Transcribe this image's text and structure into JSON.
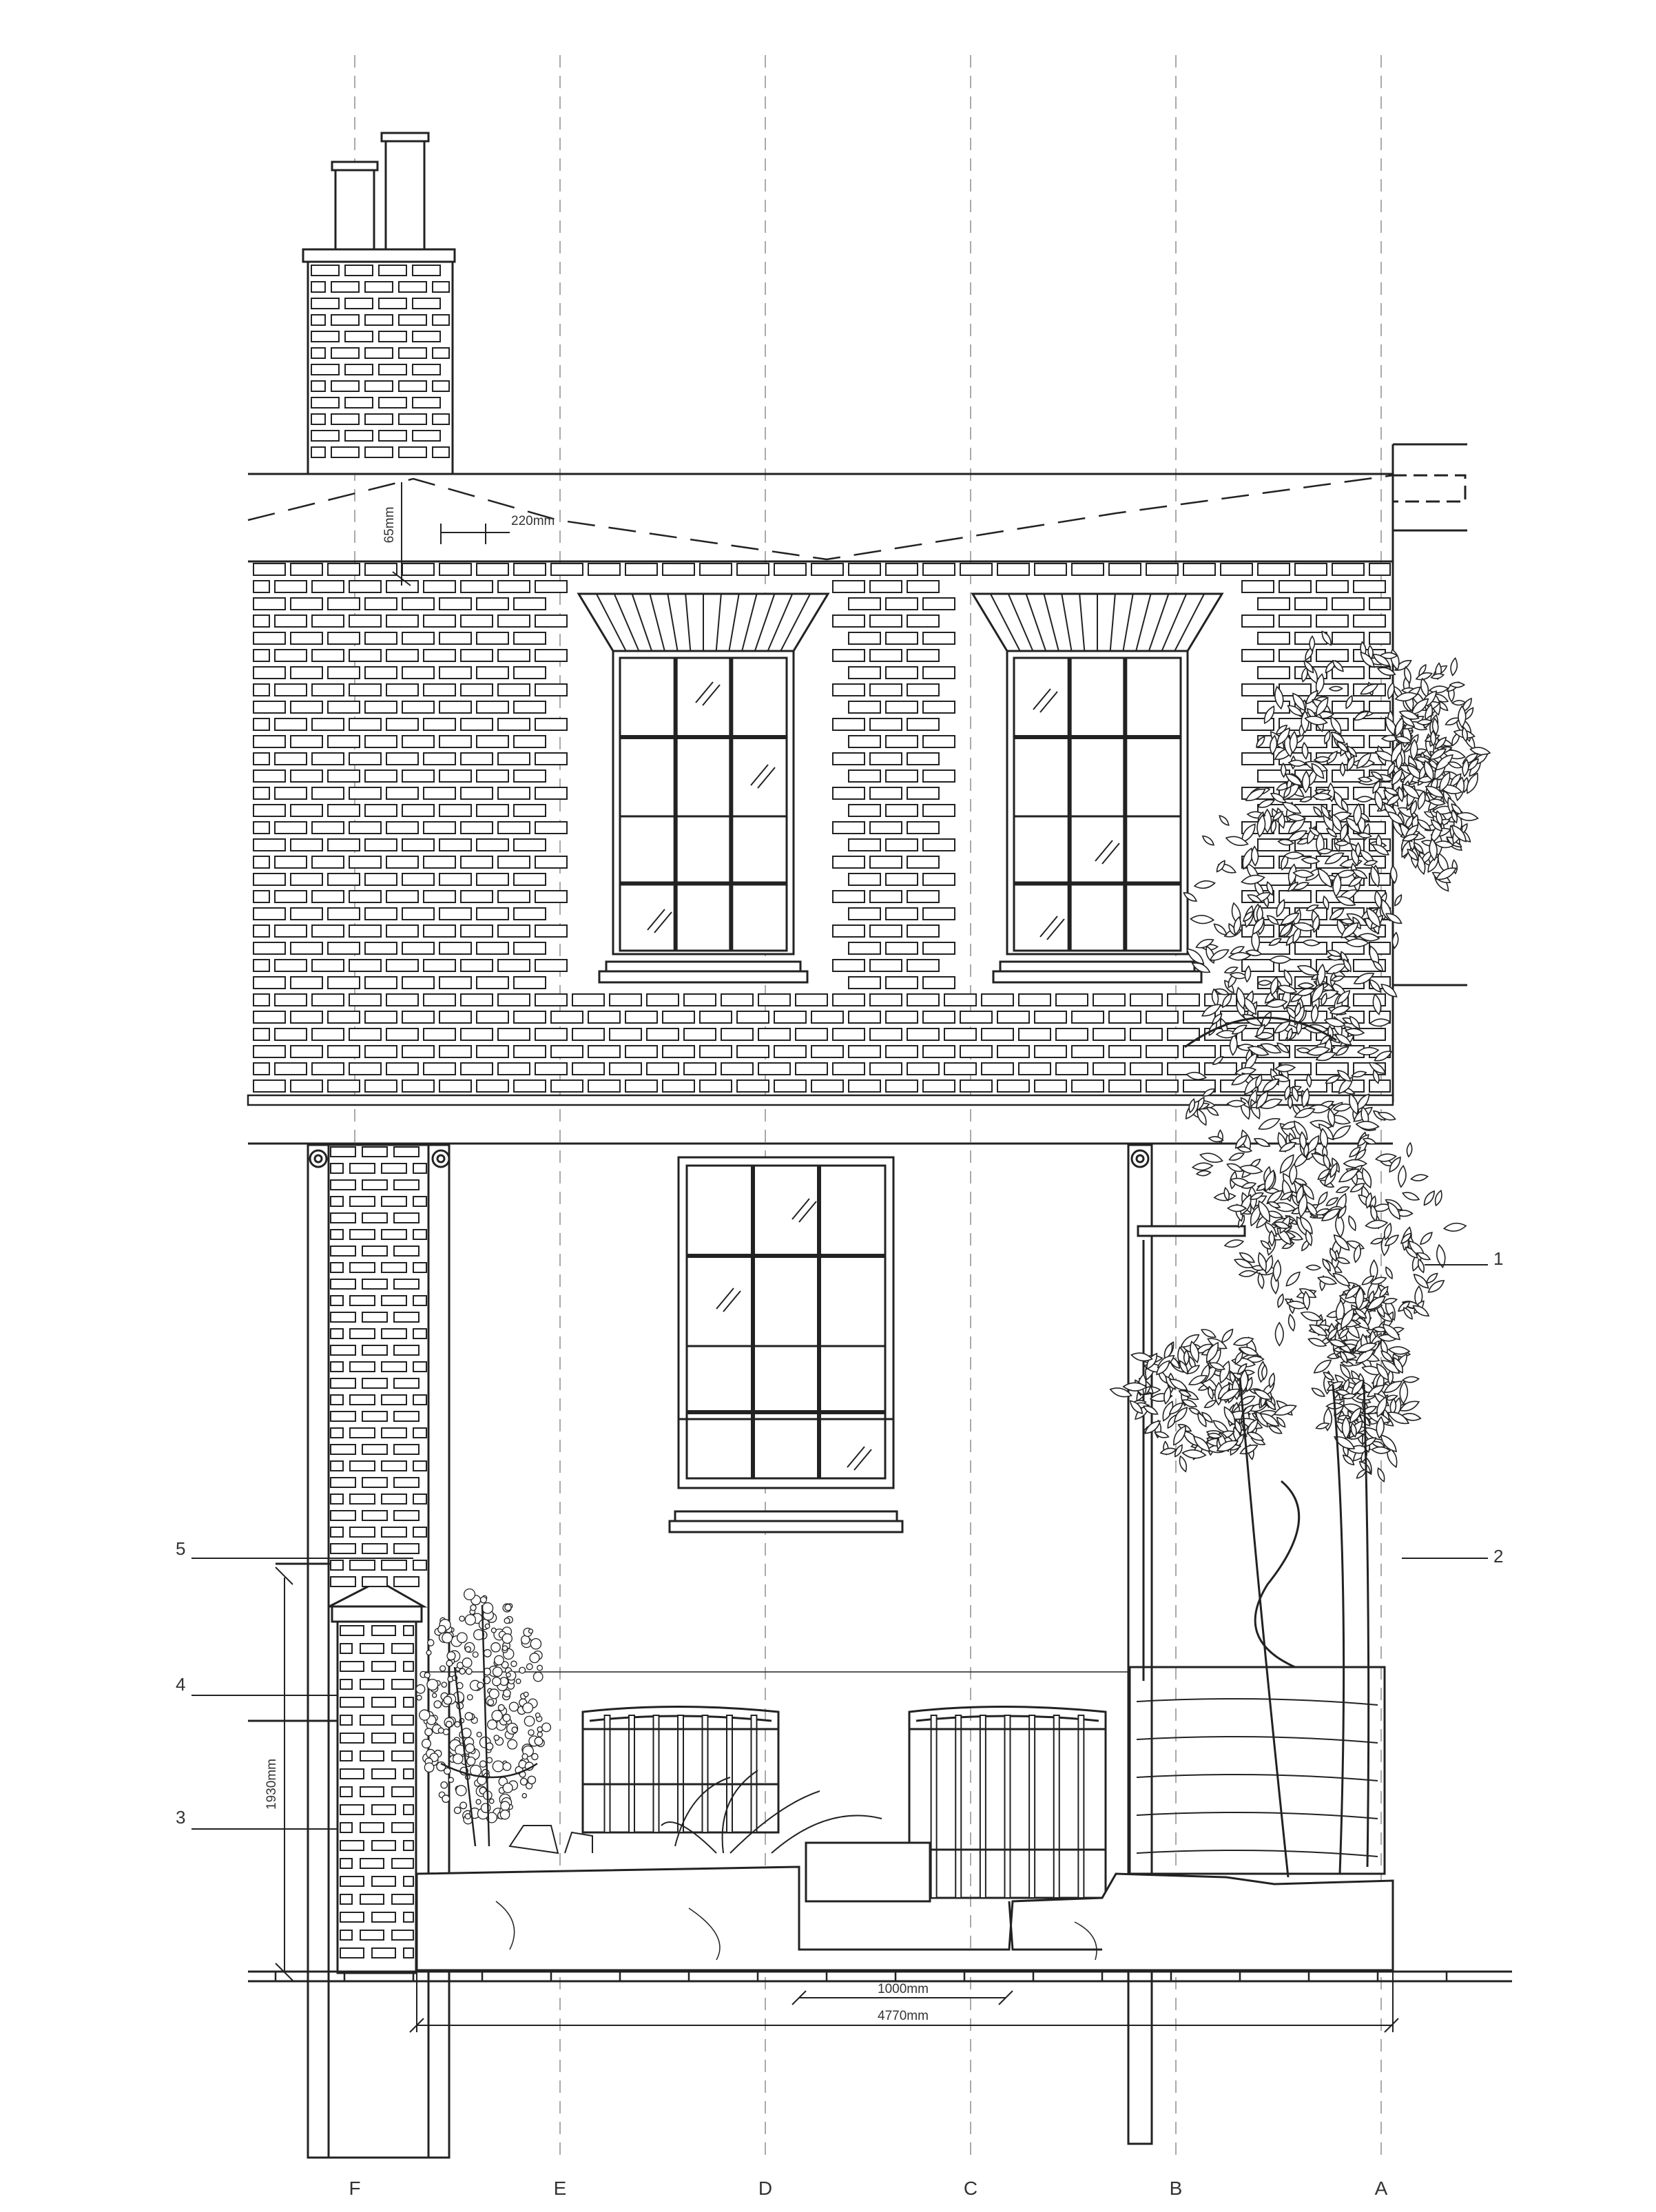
{
  "drawing": {
    "type": "architectural elevation",
    "line_color": "#222222",
    "grid_line_color": "#aaaaaa"
  },
  "grid_labels": [
    "F",
    "E",
    "D",
    "C",
    "B",
    "A"
  ],
  "dimensions": {
    "mortar_height": "65mm",
    "brick_length": "220mm",
    "plinth_height": "1930mm",
    "opening_width": "1000mm",
    "total_width": "4770mm"
  },
  "reference_numbers": [
    "1",
    "2",
    "3",
    "4",
    "5"
  ],
  "icons": {
    "tree": "wisteria-tree-icon",
    "shrub": "shrub-icon",
    "plants": "planter-plants-icon"
  }
}
